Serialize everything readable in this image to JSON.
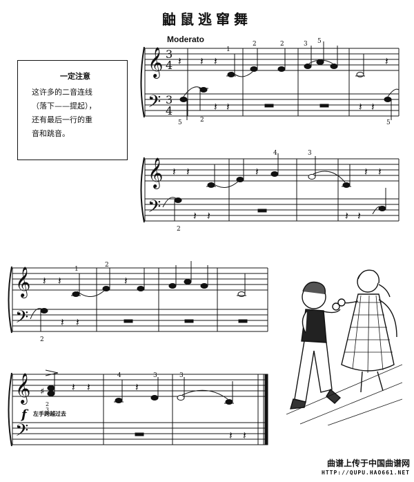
{
  "title": "鼬鼠逃窜舞",
  "tempo": "Moderato",
  "time_signature": {
    "top": "3",
    "bottom": "4"
  },
  "note_box": {
    "heading": "一定注意",
    "lines": [
      "这许多的二音连线",
      "（落下——提起），",
      "还有最后一行的重",
      "音和跳音。"
    ]
  },
  "dynamic": "f",
  "instruction": "左手跨越过去",
  "fingerings": [
    "1",
    "2",
    "2",
    "3",
    "5",
    "5",
    "2",
    "5",
    "4",
    "3",
    "2",
    "1",
    "2",
    "2",
    "4",
    "3",
    "3"
  ],
  "footer": {
    "line1": "曲谱上传于中国曲谱网",
    "line2": "HTTP://QUPU.HAO661.NET"
  },
  "colors": {
    "ink": "#111111",
    "paper": "#ffffff"
  }
}
